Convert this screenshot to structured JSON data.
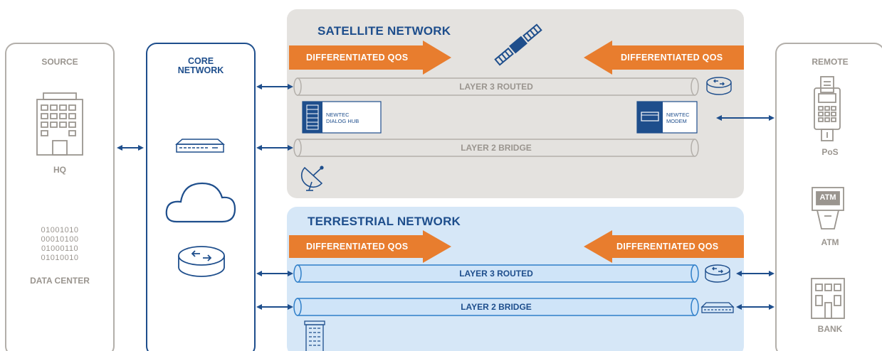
{
  "source": {
    "title": "SOURCE",
    "hq_label": "HQ",
    "binary_lines": [
      "01001010",
      "00010100",
      "01000110",
      "01010010"
    ],
    "datacenter_label": "DATA CENTER"
  },
  "core": {
    "title_line1": "CORE",
    "title_line2": "NETWORK"
  },
  "satellite": {
    "title": "SATELLITE NETWORK",
    "qos_left": "DIFFERENTIATED QOS",
    "qos_right": "DIFFERENTIATED QOS",
    "layer3": "LAYER 3 ROUTED",
    "layer2": "LAYER 2 BRIDGE",
    "hub_line1": "NEWTEC",
    "hub_line2": "DIALOG HUB",
    "modem_line1": "NEWTEC",
    "modem_line2": "MODEM"
  },
  "terrestrial": {
    "title": "TERRESTRIAL NETWORK",
    "qos_left": "DIFFERENTIATED QOS",
    "qos_right": "DIFFERENTIATED QOS",
    "layer3": "LAYER 3 ROUTED",
    "layer2": "LAYER 2 BRIDGE"
  },
  "remote": {
    "title": "REMOTE",
    "pos_label": "PoS",
    "atm_label": "ATM",
    "atm_screen": "ATM",
    "bank_label": "BANK"
  },
  "colors": {
    "navy": "#1e4e8c",
    "gray": "#9a958f",
    "orange": "#e87d2e",
    "satellite_bg": "#e4e2df",
    "terrestrial_bg": "#d6e7f7",
    "pipe_blue": "#2f7fc9"
  }
}
